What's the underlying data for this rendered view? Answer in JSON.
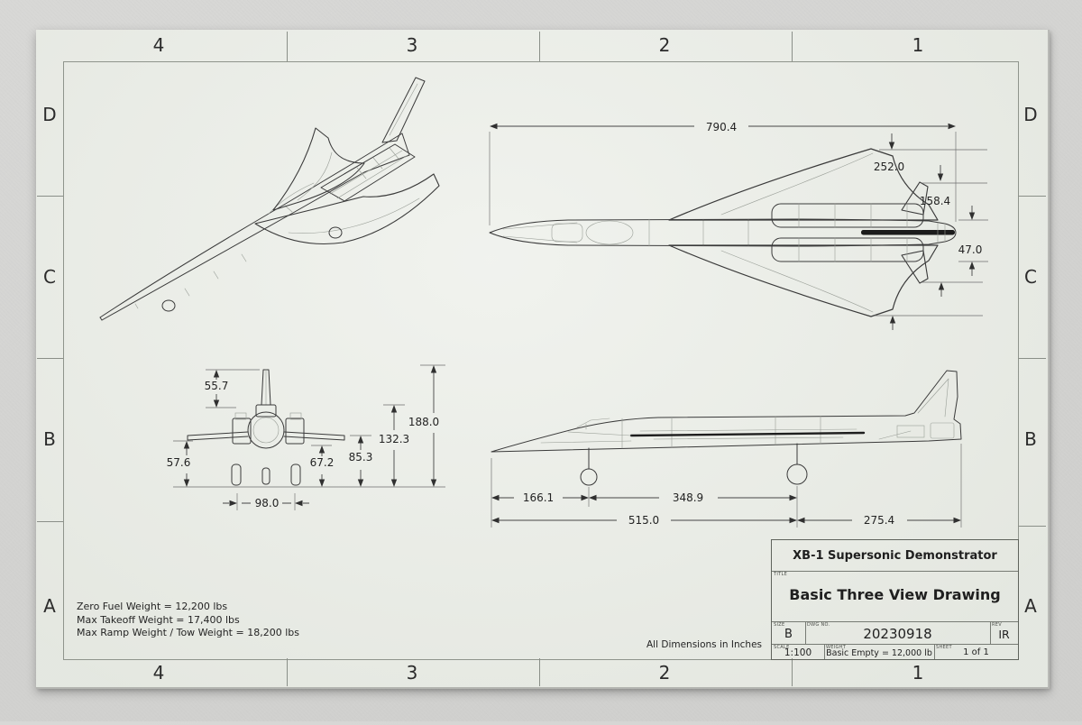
{
  "zones": {
    "top": [
      "4",
      "3",
      "2",
      "1"
    ],
    "bottom": [
      "4",
      "3",
      "2",
      "1"
    ],
    "left": [
      "D",
      "C",
      "B",
      "A"
    ],
    "right": [
      "D",
      "C",
      "B",
      "A"
    ]
  },
  "notes": {
    "line1": "Zero Fuel Weight = 12,200 lbs",
    "line2": "Max Takeoff Weight = 17,400 lbs",
    "line3": "Max Ramp Weight / Tow Weight = 18,200 lbs"
  },
  "units_note": "All Dimensions in Inches",
  "title_block": {
    "company": "XB-1 Supersonic Demonstrator",
    "title_label": "TITLE",
    "title": "Basic Three View Drawing",
    "size_label": "SIZE",
    "size": "B",
    "dwg_no_label": "DWG NO.",
    "dwg_no": "20230918",
    "rev_label": "REV",
    "rev": "IR",
    "scale_label": "SCALE",
    "scale": "1:100",
    "weight_label": "WEIGHT",
    "weight": "Basic Empty = 12,000 lb",
    "sheet_label": "SHEET",
    "sheet": "1 of 1"
  },
  "dims": {
    "plan": {
      "overall_length": "790.4",
      "wing_span": "252.0",
      "stab_span": "158.4",
      "tail_width": "47.0"
    },
    "front": {
      "fin_segment": "55.7",
      "overall_height": "188.0",
      "height_132": "132.3",
      "height_85": "85.3",
      "height_67": "67.2",
      "wing_height": "57.6",
      "gear_track": "98.0"
    },
    "side": {
      "nose_to_nose_gear": "166.1",
      "gear_distance": "348.9",
      "nose_to_main_gear": "515.0",
      "main_gear_to_tail": "275.4"
    }
  }
}
